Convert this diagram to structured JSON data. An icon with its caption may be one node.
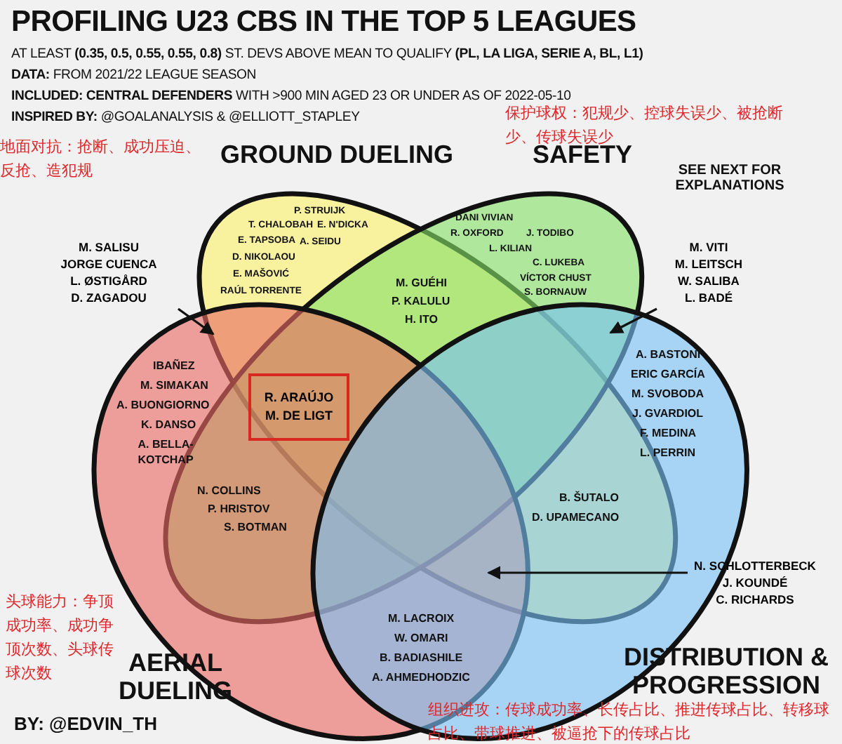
{
  "diagram": {
    "title": "PROFILING U23 CBS IN THE TOP 5 LEAGUES",
    "nodes": [
      {
        "text": [
          "GROUND DUELING"
        ]
      },
      {
        "text": [
          "SAFETY"
        ]
      },
      {
        "text": [
          "AERIAL DUELING"
        ]
      },
      {
        "text": [
          "DISTRIBUTION & PROGRESSION"
        ]
      },
      {
        "text": [
          "M. SALISU",
          "JORGE CUENCA",
          "L. ØSTIGÅRD",
          "D. ZAGADOU"
        ]
      },
      {
        "text": [
          "M. VITI",
          "M. LEITSCH",
          "W. SALIBA",
          "L. BADÉ"
        ]
      },
      {
        "text": [
          "R. ARAÚJO",
          "M. DE LIGT"
        ]
      },
      {
        "text": [
          "N. SCHLOTTERBECK",
          "J. KOUNDÉ",
          "C. RICHARDS"
        ]
      }
    ],
    "edges": [
      {
        "from": 4,
        "to": 2,
        "arrow": "to"
      },
      {
        "from": 5,
        "to": 3,
        "arrow": "to"
      },
      {
        "from": 7,
        "to": 2,
        "arrow": "to"
      }
    ],
    "labels": [
      "AT LEAST **(0.35, 0.5, 0.55, 0.55, 0.8)** ST. DEVS ABOVE MEAN TO QUALIFY **(PL, LA LIGA, SERIE A, BL, L1)**",
      "**DATA:** FROM 2021/22 LEAGUE SEASON",
      "**INCLUDED: CENTRAL DEFENDERS** WITH >900 MIN AGED 23 OR UNDER AS OF 2022-05-10",
      "**INSPIRED BY:** @GOALANALYSIS & @ELLIOTT_STAPLEY",
      "保护球权：犯规少、控球失误少、被抢断少、传球失误少",
      "地面对抗：抢断、成功压迫、反抢、造犯规",
      "SEE NEXT FOR EXPLANATIONS",
      "P. STRUIJK",
      "T. CHALOBAH",
      "E. N'DICKA",
      "E. TAPSOBA",
      "A. SEIDU",
      "D. NIKOLAOU",
      "E. MAŠOVIĆ",
      "RAÚL TORRENTE",
      "DANI VIVIAN",
      "R. OXFORD",
      "J. TODIBO",
      "L. KILIAN",
      "C. LUKEBA",
      "VÍCTOR CHUST",
      "S. BORNAUW",
      "M. GUÉHI",
      "P. KALULU",
      "H. ITO",
      "IBAÑEZ",
      "M. SIMAKAN",
      "A. BUONGIORNO",
      "K. DANSO",
      "A. BELLA-KOTCHAP",
      "A. BASTONI",
      "ERIC GARCÍA",
      "M. SVOBODA",
      "J. GVARDIOL",
      "F. MEDINA",
      "L. PERRIN",
      "N. COLLINS",
      "P. HRISTOV",
      "S. BOTMAN",
      "B. ŠUTALO",
      "D. UPAMECANO",
      "M. LACROIX",
      "W. OMARI",
      "B. BADIASHILE",
      "A. AHMEDHODZIC",
      "头球能力：争顶成功率、成功争顶次数、头球传球次数",
      "组织进攻：传球成功率、长传占比、推进传球占比、转移球占比、带球推进、被逼抢下的传球占比",
      "BY: @EDVIN_TH"
    ]
  }
}
